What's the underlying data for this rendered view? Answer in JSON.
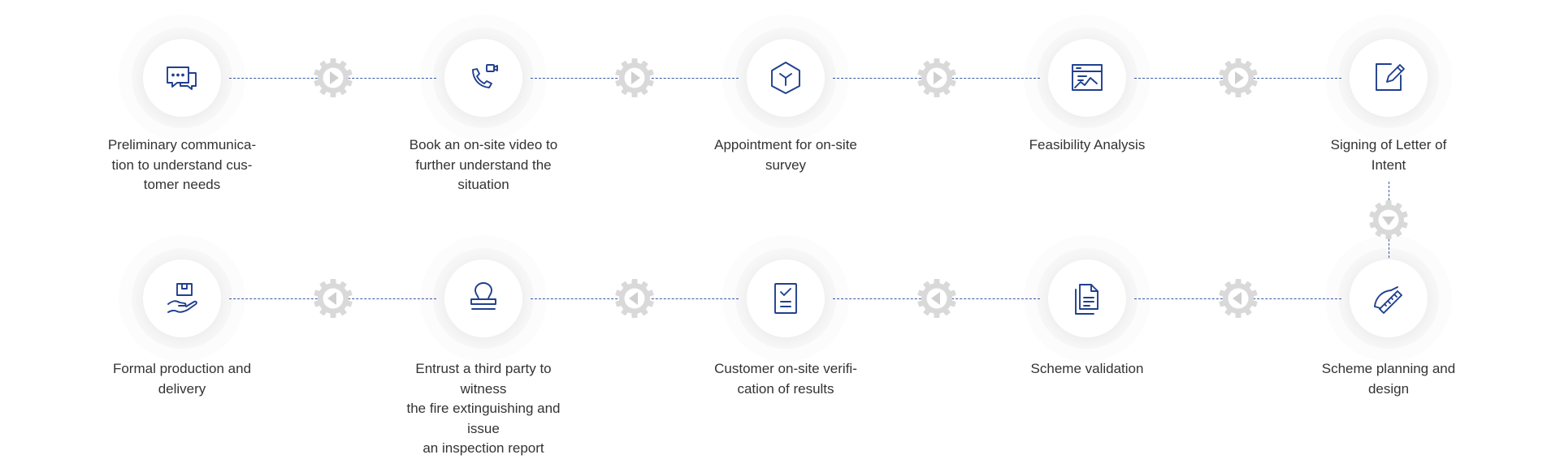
{
  "colors": {
    "accent": "#1f3f8f",
    "connector": "#3a5aa0",
    "gear": "#d9d9d9",
    "text": "#333333"
  },
  "steps": [
    {
      "icon": "chat-icon",
      "label": "Preliminary communica-\ntion to understand cus-\ntomer needs"
    },
    {
      "icon": "video-call-icon",
      "label": "Book an on-site video to\nfurther understand the\nsituation"
    },
    {
      "icon": "hexagon-icon",
      "label": "Appointment for on-site\nsurvey"
    },
    {
      "icon": "chart-document-icon",
      "label": "Feasibility Analysis"
    },
    {
      "icon": "edit-icon",
      "label": "Signing of Letter of\nIntent"
    },
    {
      "icon": "ruler-design-icon",
      "label": "Scheme planning and\ndesign"
    },
    {
      "icon": "documents-icon",
      "label": "Scheme validation"
    },
    {
      "icon": "checklist-icon",
      "label": "Customer on-site verifi-\ncation of results"
    },
    {
      "icon": "stamp-icon",
      "label": "Entrust a third party to witness\nthe fire extinguishing and issue\nan inspection report"
    },
    {
      "icon": "hand-box-icon",
      "label": "Formal production and\ndelivery"
    }
  ],
  "arrows": [
    "right",
    "right",
    "right",
    "right",
    "down",
    "left",
    "left",
    "left",
    "left"
  ]
}
